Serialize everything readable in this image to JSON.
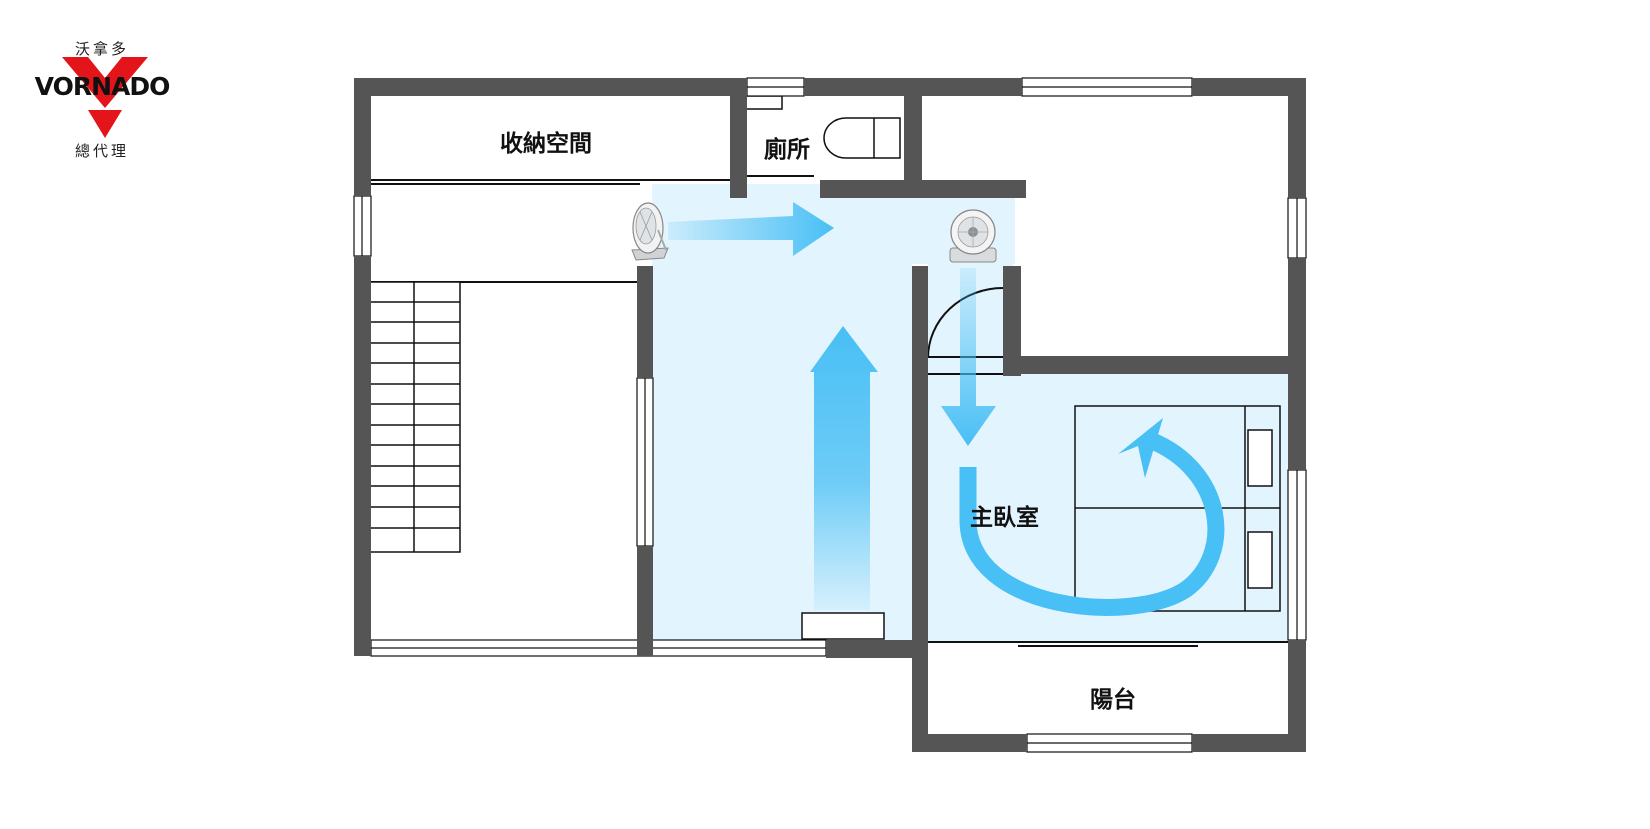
{
  "logo": {
    "top_text": "沃拿多",
    "brand": "VORNADO",
    "bottom_text": "總代理",
    "accent": "#e3151b"
  },
  "rooms": {
    "storage": "收納空間",
    "toilet": "廁所",
    "master_bedroom": "主臥室",
    "balcony": "陽台"
  },
  "colors": {
    "wall": "#555555",
    "airflow_fill": "#e2f4fd",
    "arrow": "#48bff5"
  },
  "icons": {
    "fan_left": "air-circulator-fan-icon",
    "fan_right": "air-circulator-fan-icon"
  }
}
